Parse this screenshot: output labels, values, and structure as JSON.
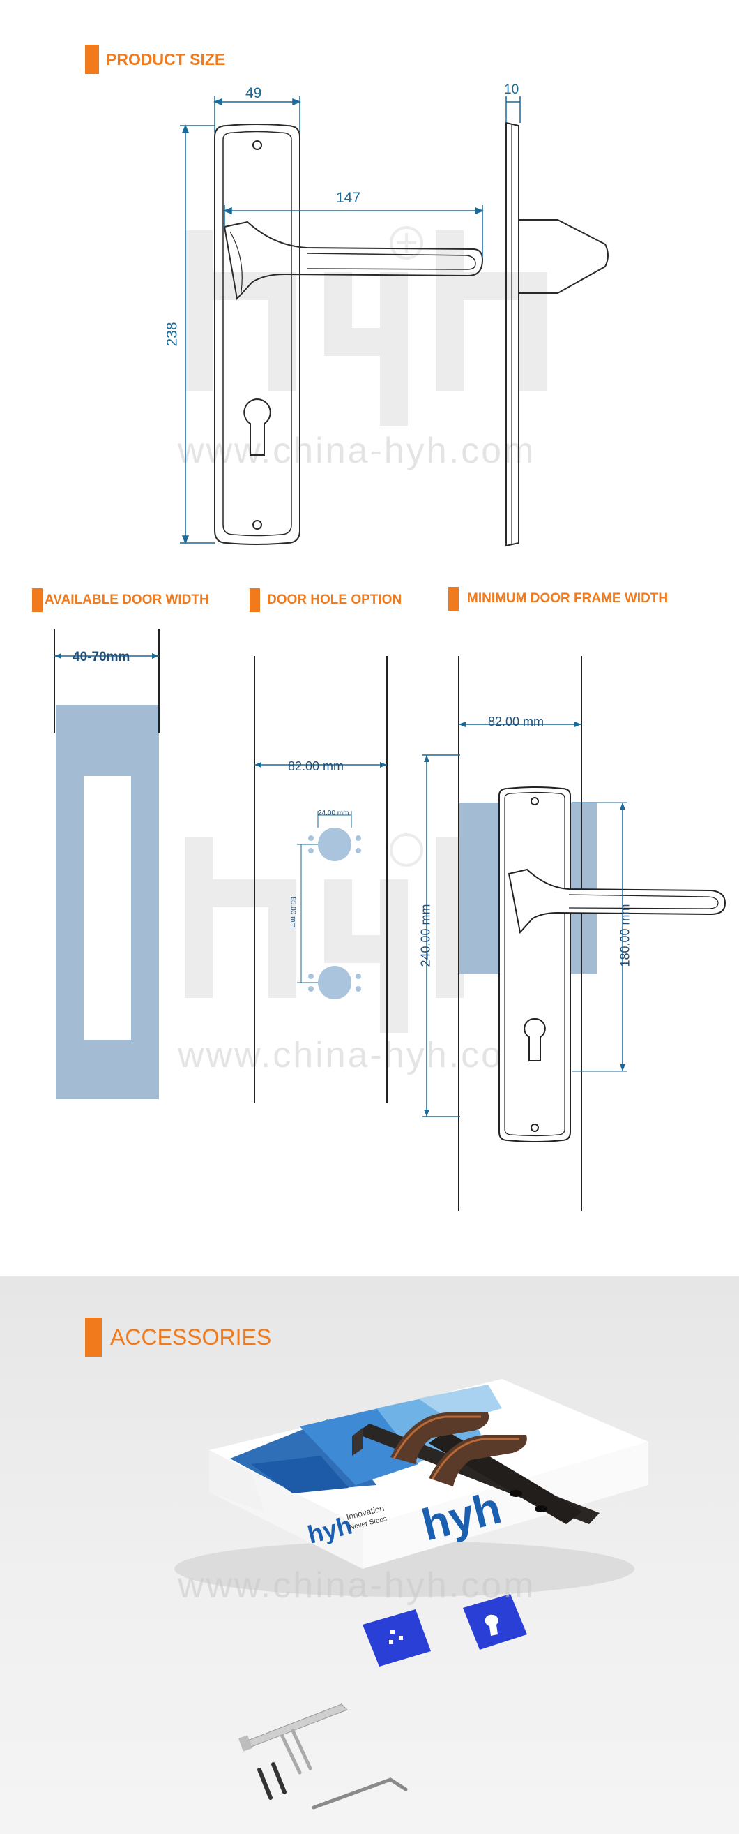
{
  "sections": {
    "product_size": {
      "title": "PRODUCT SIZE"
    },
    "door_width": {
      "title": "AVAILABLE DOOR WIDTH",
      "range": "40-70mm"
    },
    "door_hole": {
      "title": "DOOR HOLE OPTION",
      "spacing": "82.00 mm",
      "hole_diameter": "24.00 mm",
      "hole_distance": "85.00 mm"
    },
    "frame_width": {
      "title": "MINIMUM DOOR FRAME WIDTH",
      "spacing": "82.00 mm",
      "height": "240.00 mm",
      "cover": "180.00 mm"
    },
    "accessories": {
      "title": "ACCESSORIES"
    }
  },
  "dimensions": {
    "width": "49",
    "thickness": "10",
    "lever_length": "147",
    "height": "238"
  },
  "watermark": {
    "url": "www.china-hyh.com"
  },
  "box": {
    "brand": "hyh",
    "tagline_1": "Innovation",
    "tagline_2": "Never Stops"
  },
  "colors": {
    "accent": "#f07a1c",
    "dimension": "#1a6a9a",
    "door_blue": "#a3bcd4"
  }
}
